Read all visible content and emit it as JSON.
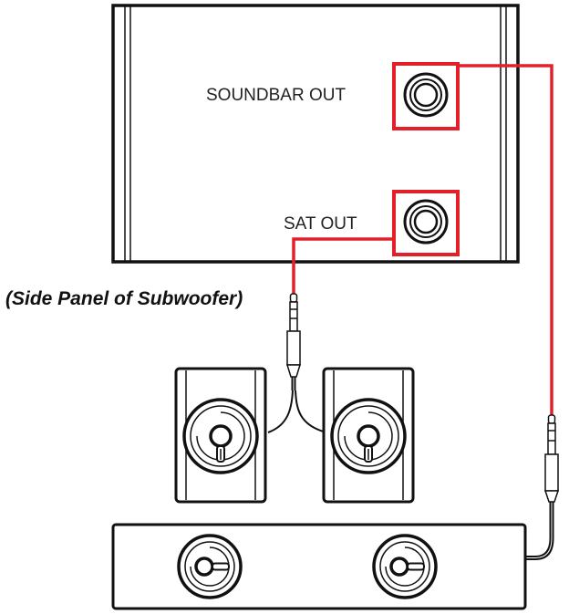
{
  "labels": {
    "soundbar_out": "SOUNDBAR OUT",
    "sat_out": "SAT OUT",
    "side_panel_caption": "(Side Panel of Subwoofer)"
  },
  "colors": {
    "highlight": "#e3202a",
    "line": "#111111",
    "background": "#ffffff"
  },
  "icons": [
    "rca-jack-icon",
    "audio-plug-icon",
    "speaker-driver-icon"
  ]
}
